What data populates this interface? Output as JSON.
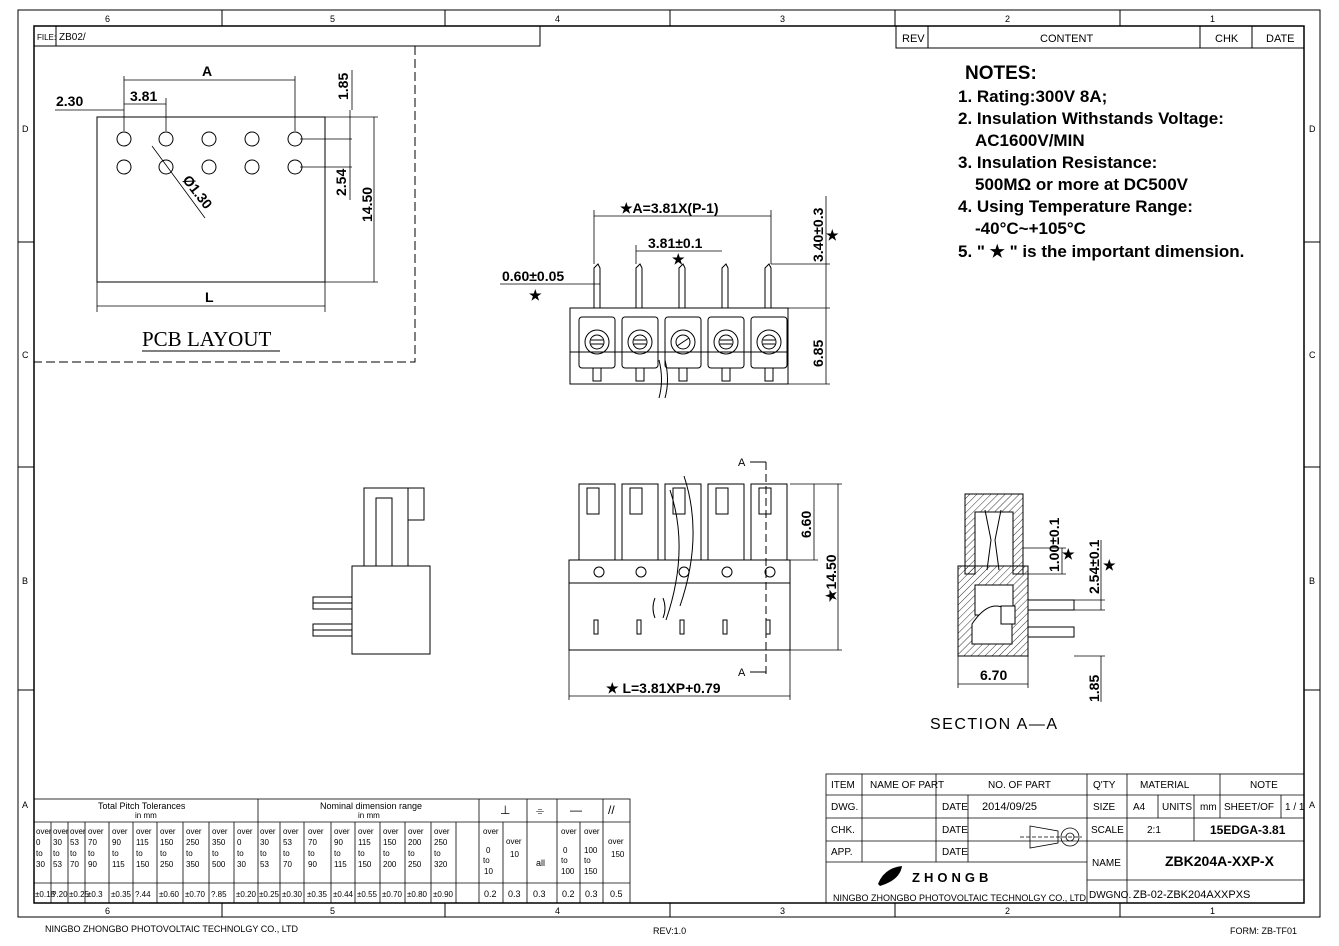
{
  "frame": {
    "col_numbers": [
      "6",
      "5",
      "4",
      "3",
      "2",
      "1"
    ],
    "row_letters": [
      "D",
      "C",
      "B",
      "A"
    ],
    "file_label": "FILE:",
    "file_value": "ZB02/",
    "footer_company": "NINGBO ZHONGBO PHOTOVOLTAIC TECHNOLGY CO., LTD",
    "footer_rev": "REV:1.0",
    "footer_form": "FORM: ZB-TF01"
  },
  "revision_table": {
    "rev": "REV",
    "content": "CONTENT",
    "chk": "CHK",
    "date": "DATE"
  },
  "notes": {
    "title": "NOTES:",
    "lines": [
      "1. Rating:300V 8A;",
      "2. Insulation Withstands Voltage:",
      "AC1600V/MIN",
      "3. Insulation Resistance:",
      "500MΩ or more at DC500V",
      "4. Using Temperature Range:",
      "-40°C~+105°C",
      "5. \" ★ \" is the important dimension."
    ]
  },
  "pcb_layout": {
    "title": "PCB  LAYOUT",
    "dim_a": "A",
    "dim_230": "2.30",
    "dim_381": "3.81",
    "dim_185": "1.85",
    "dim_254": "2.54",
    "dim_1450": "14.50",
    "dim_hole": "Ø1.30",
    "dim_l": "L"
  },
  "front_view": {
    "dim_a": "★A=3.81X(P-1)",
    "dim_pitch": "3.81±0.1",
    "dim_pin": "0.60±0.05",
    "dim_340": "3.40±0.3",
    "dim_685": "6.85",
    "star": "★"
  },
  "top_view": {
    "section_mark": "A",
    "dim_660": "6.60",
    "dim_1450": "★14.50",
    "dim_l": "★ L=3.81XP+0.79"
  },
  "section_view": {
    "title": "SECTION  A—A",
    "dim_100": "1.00±0.1",
    "dim_254": "2.54±0.1",
    "dim_670": "6.70",
    "dim_185": "1.85",
    "star": "★"
  },
  "tolerance_table": {
    "pitch_title": "Total Pitch Tolerances",
    "pitch_unit": "in mm",
    "nominal_title": "Nominal  dimension  range",
    "nominal_unit": "in mm",
    "over": "over",
    "to": "to",
    "pitch_ranges": [
      [
        "0",
        "30"
      ],
      [
        "30",
        "53"
      ],
      [
        "53",
        "70"
      ],
      [
        "70",
        "90"
      ],
      [
        "90",
        "115"
      ],
      [
        "115",
        "150"
      ],
      [
        "150",
        "250"
      ],
      [
        "250",
        "350"
      ],
      [
        "350",
        "500"
      ]
    ],
    "pitch_values": [
      "±0.18",
      "?.20",
      "±0.25",
      "±0.3",
      "±0.35",
      "?.44",
      "±0.60",
      "±0.70",
      "?.85"
    ],
    "nominal_ranges": [
      [
        "0",
        "30"
      ],
      [
        "30",
        "53"
      ],
      [
        "53",
        "70"
      ],
      [
        "70",
        "90"
      ],
      [
        "90",
        "115"
      ],
      [
        "115",
        "150"
      ],
      [
        "150",
        "200"
      ],
      [
        "200",
        "250"
      ],
      [
        "250",
        "320"
      ]
    ],
    "nominal_values": [
      "±0.20",
      "±0.25",
      "±0.30",
      "±0.35",
      "±0.44",
      "±0.55",
      "±0.70",
      "±0.80",
      "±0.90"
    ],
    "perp": "⊥",
    "sym": "⌯",
    "flat": "—",
    "para": "//",
    "perp_col1": [
      "0",
      "10"
    ],
    "perp_col2": "10",
    "sym_col": "all",
    "flat_col1": [
      "0",
      "100"
    ],
    "flat_col2": [
      "100",
      "150"
    ],
    "para_col": "150",
    "perp_vals": [
      "0.2",
      "0.3"
    ],
    "sym_val": "0.3",
    "flat_vals": [
      "0.2",
      "0.3"
    ],
    "para_val": "0.5"
  },
  "title_block": {
    "item": "ITEM",
    "name_of_part": "NAME OF PART",
    "no_of_part": "NO. OF PART",
    "qty": "Q'TY",
    "material": "MATERIAL",
    "note": "NOTE",
    "dwg": "DWG.",
    "date_lbl": "DATE",
    "date_val": "2014/09/25",
    "size": "SIZE",
    "size_val": "A4",
    "units": "UNITS",
    "units_val": "mm",
    "sheet": "SHEET/OF",
    "sheet_val": "1 / 1",
    "chk": "CHK.",
    "scale": "SCALE",
    "scale_val": "2:1",
    "series": "15EDGA-3.81",
    "app": "APP.",
    "name_lbl": "NAME",
    "name_val": "ZBK204A-XXP-X",
    "logo_text": "ZHONGB",
    "company": "NINGBO ZHONGBO PHOTOVOLTAIC TECHNOLGY CO., LTD",
    "dwgno": "DWGNO.",
    "dwgno_val": "ZB-02-ZBK204AXXPXS"
  }
}
